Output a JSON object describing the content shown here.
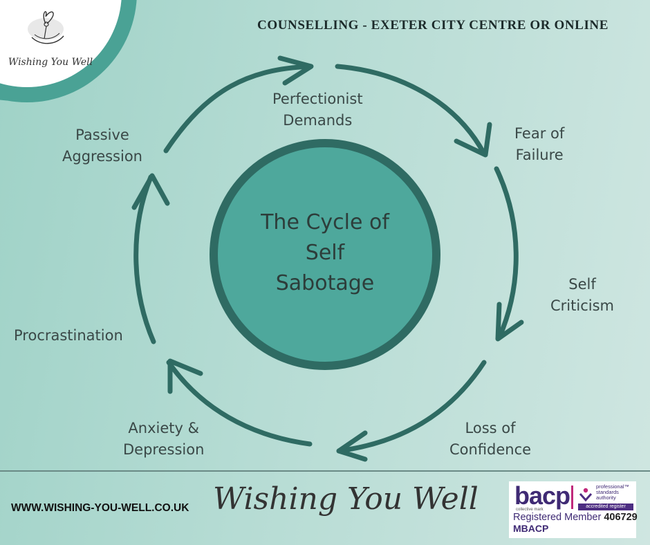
{
  "brand": {
    "logo_text": "Wishing You Well",
    "header": "COUNSELLING - EXETER CITY CENTRE OR ONLINE"
  },
  "diagram": {
    "center_lines": [
      "The Cycle of",
      "Self",
      "Sabotage"
    ],
    "stages": [
      {
        "lines": [
          "Perfectionist",
          "Demands"
        ]
      },
      {
        "lines": [
          "Fear of",
          "Failure"
        ]
      },
      {
        "lines": [
          "Self",
          "Criticism"
        ]
      },
      {
        "lines": [
          "Loss of",
          "Confidence"
        ]
      },
      {
        "lines": [
          "Anxiety &",
          "Depression"
        ]
      },
      {
        "lines": [
          "Procrastination"
        ]
      },
      {
        "lines": [
          "Passive",
          "Aggression"
        ]
      }
    ]
  },
  "footer": {
    "url": "WWW.WISHING-YOU-WELL.CO.UK",
    "script_title": "Wishing You Well",
    "bacp": {
      "name": "bacp",
      "collective_mark": "collective mark",
      "psa_line1": "professional™",
      "psa_line2": "standards",
      "psa_line3": "authority",
      "accredited": "accredited register",
      "registered_label": "Registered Member",
      "registered_number": "406729",
      "membership": "MBACP"
    }
  },
  "colors": {
    "accent": "#4aa295",
    "arrow": "#2f6b63",
    "center_fill": "#4ea89c",
    "center_ring": "#2f6b63"
  }
}
